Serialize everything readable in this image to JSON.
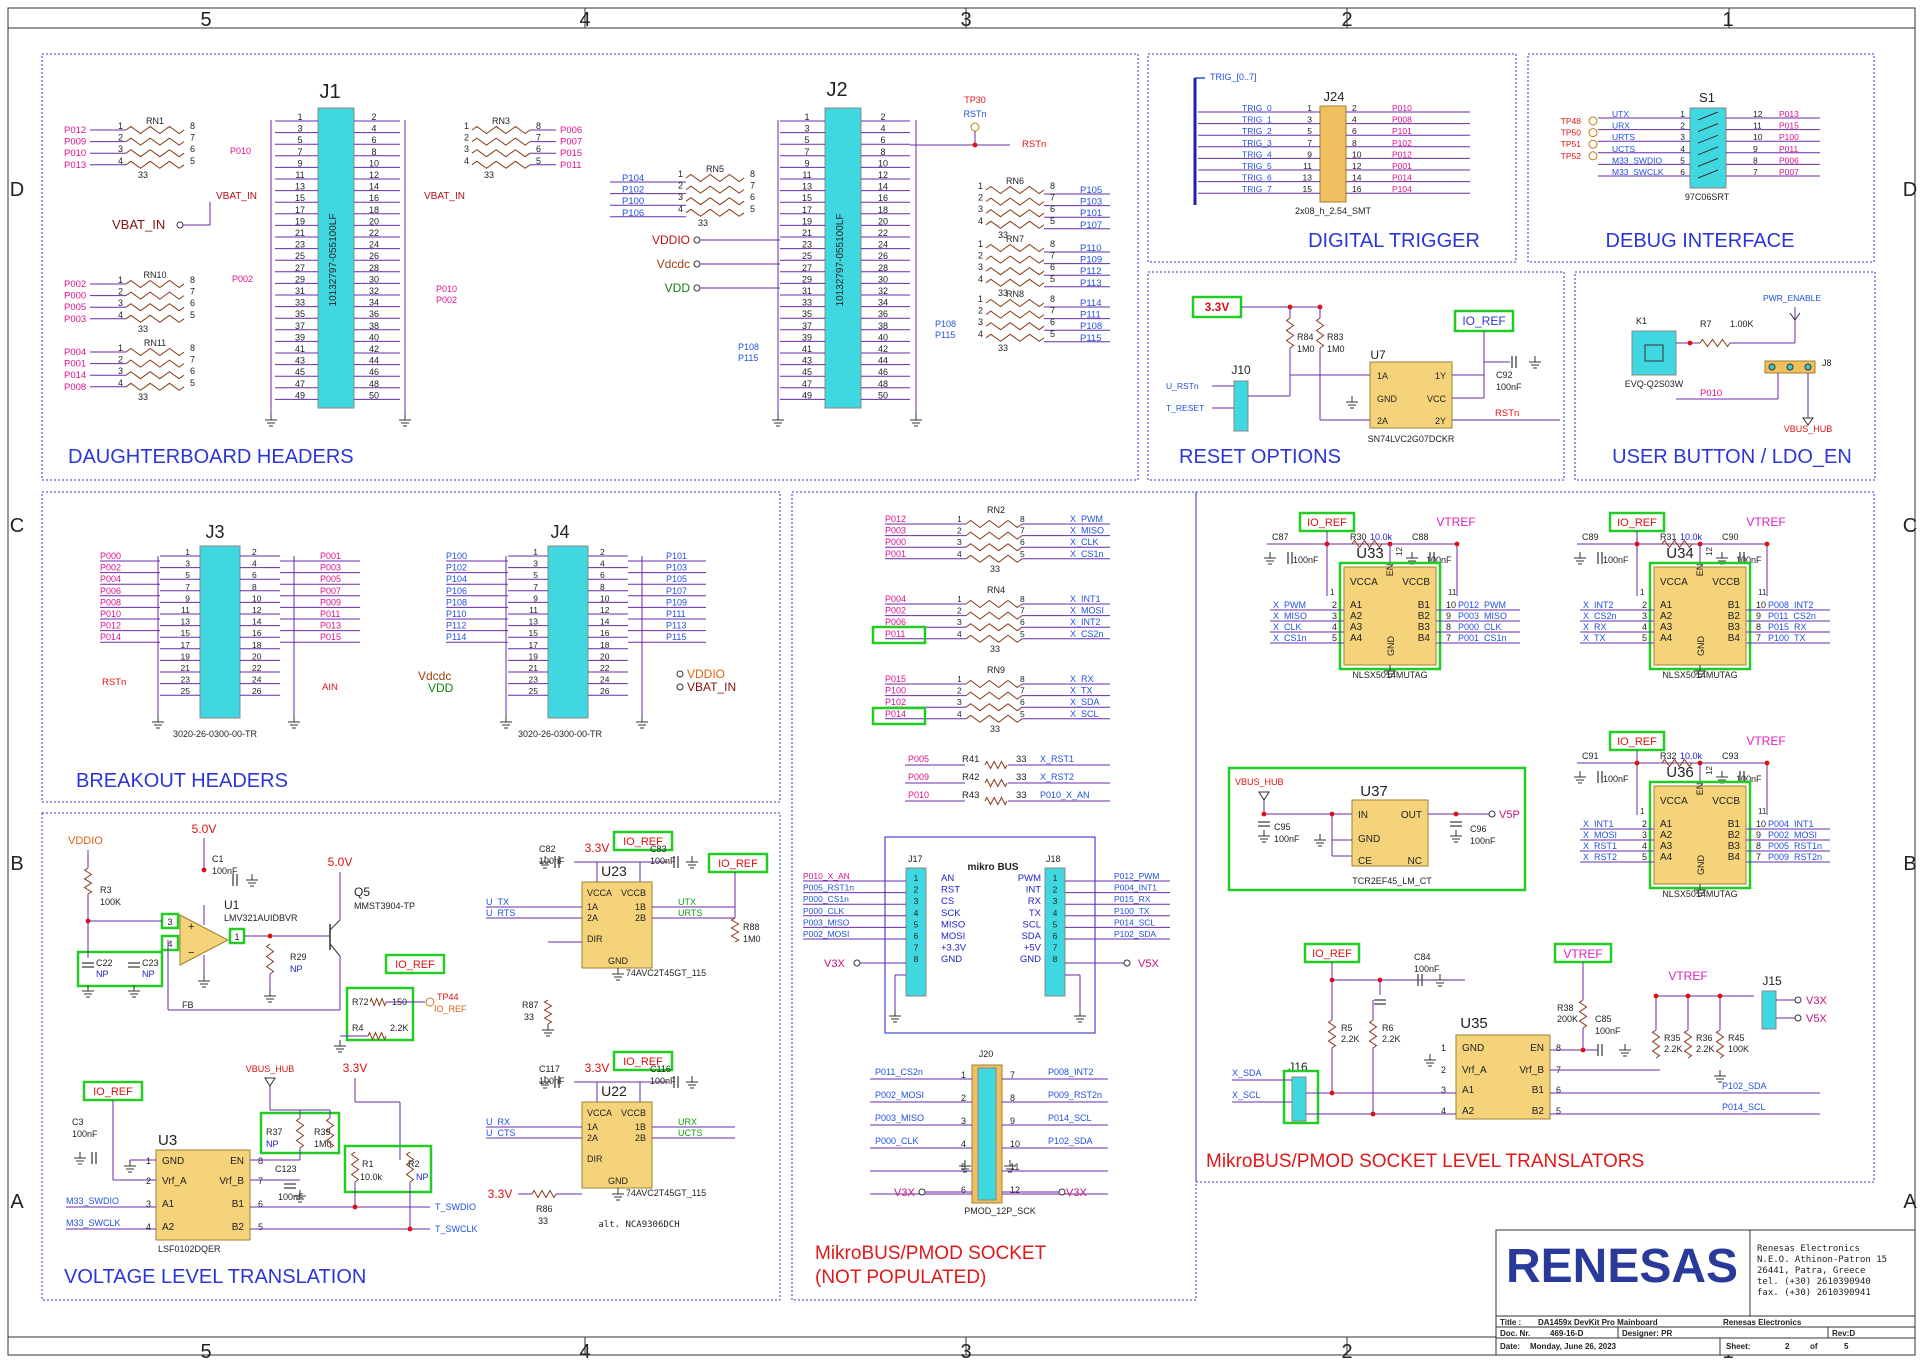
{
  "border": {
    "top_numbers": [
      "5",
      "4",
      "3",
      "2",
      "1"
    ],
    "bottom_numbers": [
      "5",
      "4",
      "3",
      "2",
      "1"
    ],
    "left_letters": [
      "D",
      "C",
      "B",
      "A"
    ],
    "right_letters": [
      "D",
      "C",
      "B",
      "A"
    ]
  },
  "sections": {
    "daughterboard": {
      "title": "DAUGHTERBOARD HEADERS",
      "j1": {
        "ref": "J1",
        "part": "10132797-055100LF",
        "vbat_left": "VBAT_IN",
        "vbat_right": "VBAT_IN",
        "vbat_port": "VBAT_IN",
        "rn1": {
          "ref": "RN1",
          "val": "33",
          "nets": [
            "P012",
            "P009",
            "P010",
            "P013"
          ]
        },
        "rn3": {
          "ref": "RN3",
          "val": "33",
          "nets": [
            "P006",
            "P007",
            "P015",
            "P011"
          ]
        },
        "rn10": {
          "ref": "RN10",
          "val": "33",
          "nets": [
            "P002",
            "P000",
            "P005",
            "P003"
          ]
        },
        "rn11": {
          "ref": "RN11",
          "val": "33",
          "nets": [
            "P004",
            "P001",
            "P014",
            "P008"
          ]
        },
        "mid_nets": [
          "P010",
          "P002",
          "P010",
          "P002"
        ]
      },
      "j2": {
        "ref": "J2",
        "part": "10132797-055100LF",
        "tp": "TP30",
        "rst": "RSTn",
        "rst2": "RSTn",
        "ports": [
          "VDDIO",
          "Vdcdc",
          "VDD"
        ],
        "rn5": {
          "ref": "RN5",
          "val": "33",
          "nets": [
            "P104",
            "P102",
            "P100",
            "P106"
          ]
        },
        "rn6": {
          "ref": "RN6",
          "val": "33",
          "nets": [
            "P105",
            "P103",
            "P101",
            "P107"
          ]
        },
        "rn7": {
          "ref": "RN7",
          "val": "33",
          "nets": [
            "P110",
            "P109",
            "P112",
            "P113"
          ]
        },
        "rn8": {
          "ref": "RN8",
          "val": "33",
          "nets": [
            "P114",
            "P111",
            "P108",
            "P115"
          ]
        },
        "left_nets": [
          "P108",
          "P115",
          "P108",
          "P115"
        ]
      }
    },
    "trigger": {
      "title": "DIGITAL TRIGGER",
      "bus": "TRIG_[0..7]",
      "ref": "J24",
      "part": "2x08_h_2.54_SMT",
      "left": [
        "TRIG_0",
        "TRIG_1",
        "TRIG_2",
        "TRIG_3",
        "TRIG_4",
        "TRIG_5",
        "TRIG_6",
        "TRIG_7"
      ],
      "right": [
        "P010",
        "P008",
        "P101",
        "P102",
        "P012",
        "P001",
        "P014",
        "P104"
      ]
    },
    "debug": {
      "title": "DEBUG INTERFACE",
      "ref": "S1",
      "part": "97C06SRT",
      "tps": [
        "TP48",
        "TP50",
        "TP51",
        "TP52"
      ],
      "left": [
        "UTX",
        "URX",
        "URTS",
        "UCTS",
        "M33_SWDIO",
        "M33_SWCLK"
      ],
      "right": [
        "P013",
        "P015",
        "P100",
        "P011",
        "P006",
        "P007"
      ]
    },
    "reset": {
      "title": "RESET OPTIONS",
      "v33": "3.3V",
      "io_ref": "IO_REF",
      "r84": "R84",
      "r84v": "1M0",
      "r83": "R83",
      "r83v": "1M0",
      "u7": "U7",
      "u7part": "SN74LVC2G07DCKR",
      "j10": "J10",
      "u_rst": "U_RSTn",
      "t_rst": "T_RESET",
      "c92": "C92",
      "c92v": "100nF",
      "rstn": "RSTn",
      "pins": [
        "1A",
        "GND",
        "2A",
        "1Y",
        "VCC",
        "2Y"
      ]
    },
    "userbutton": {
      "title": "USER BUTTON / LDO_EN",
      "k1": "K1",
      "k1part": "EVQ-Q2S03W",
      "r7": "R7",
      "r7v": "1.00K",
      "pwr": "PWR_ENABLE",
      "j8": "J8",
      "net": "P010",
      "vbus": "VBUS_HUB"
    },
    "breakout": {
      "title": "BREAKOUT HEADERS",
      "j3": {
        "ref": "J3",
        "part": "3020-26-0300-00-TR",
        "left": [
          "P000",
          "P002",
          "P004",
          "P006",
          "P008",
          "P010",
          "P012",
          "P014"
        ],
        "right": [
          "P001",
          "P003",
          "P005",
          "P007",
          "P009",
          "P011",
          "P013",
          "P015"
        ],
        "rst": "RSTn",
        "ain": "AIN"
      },
      "j4": {
        "ref": "J4",
        "part": "3020-26-0300-00-TR",
        "left": [
          "P100",
          "P102",
          "P104",
          "P106",
          "P108",
          "P110",
          "P112",
          "P114"
        ],
        "right": [
          "P101",
          "P103",
          "P105",
          "P107",
          "P109",
          "P111",
          "P113",
          "P115"
        ],
        "ports_left": [
          "Vdcdc",
          "VDD"
        ],
        "ports_right": [
          "VDDIO",
          "VBAT_IN"
        ]
      }
    },
    "mikrobus": {
      "title1": "MikroBUS/PMOD SOCKET",
      "title2": "(NOT POPULATED)",
      "rn2": {
        "ref": "RN2",
        "val": "33",
        "left": [
          "P012",
          "P003",
          "P000",
          "P001"
        ],
        "right": [
          "X_PWM",
          "X_MISO",
          "X_CLK",
          "X_CS1n"
        ]
      },
      "rn4": {
        "ref": "RN4",
        "val": "33",
        "left": [
          "P004",
          "P002",
          "P006",
          "P011"
        ],
        "right": [
          "X_INT1",
          "X_MOSI",
          "X_INT2",
          "X_CS2n"
        ]
      },
      "rn9": {
        "ref": "RN9",
        "val": "33",
        "left": [
          "P015",
          "P100",
          "P102",
          "P014"
        ],
        "right": [
          "X_RX",
          "X_TX",
          "X_SDA",
          "X_SCL"
        ]
      },
      "rs": [
        {
          "n": "P005",
          "r": "R41",
          "v": "33",
          "x": "X_RST1"
        },
        {
          "n": "P009",
          "r": "R42",
          "v": "33",
          "x": "X_RST2"
        },
        {
          "n": "P010",
          "r": "R43",
          "v": "33",
          "x": "P010_X_AN"
        }
      ],
      "j17": "J17",
      "j18": "J18",
      "mikro": "mikro BUS",
      "j17nets": [
        "P010_X_AN",
        "P005_RST1n",
        "P000_CS1n",
        "P000_CLK",
        "P003_MISO",
        "P002_MOSI"
      ],
      "j17pins": [
        "AN",
        "RST",
        "CS",
        "SCK",
        "MISO",
        "MOSI",
        "+3.3V",
        "GND"
      ],
      "j18pins": [
        "PWM",
        "INT",
        "RX",
        "TX",
        "SCL",
        "SDA",
        "+5V",
        "GND"
      ],
      "j18nets": [
        "P012_PWM",
        "P004_INT1",
        "P015_RX",
        "P100_TX",
        "P014_SCL",
        "P102_SDA"
      ],
      "v3x": "V3X",
      "v5x": "V5X",
      "j20": "J20",
      "j20part": "PMOD_12P_SCK",
      "j20left": [
        "P011_CS2n",
        "P002_MOSI",
        "P003_MISO",
        "P000_CLK"
      ],
      "j20right": [
        "P008_INT2",
        "P009_RST2n",
        "P014_SCL",
        "P102_SDA"
      ]
    },
    "translators": {
      "title": "MikroBUS/PMOD SOCKET LEVEL TRANSLATORS",
      "io_ref": "IO_REF",
      "vtref": "VTREF",
      "cap": "100nF",
      "part": "NLSX5014MUTAG",
      "res": "10.0k",
      "u33": {
        "ref": "U33",
        "c1": "C87",
        "r": "R30",
        "c2": "C88",
        "left": [
          "X_PWM",
          "X_MISO",
          "X_CLK",
          "X_CS1n"
        ],
        "right": [
          "P012_PWM",
          "P003_MISO",
          "P000_CLK",
          "P001_CS1n"
        ]
      },
      "u34": {
        "ref": "U34",
        "c1": "C89",
        "r": "R31",
        "c2": "C90",
        "left": [
          "X_INT2",
          "X_CS2n",
          "X_RX",
          "X_TX"
        ],
        "right": [
          "P008_INT2",
          "P011_CS2n",
          "P015_RX",
          "P100_TX"
        ]
      },
      "u36": {
        "ref": "U36",
        "c1": "C91",
        "r": "R32",
        "c2": "C93",
        "left": [
          "X_INT1",
          "X_MOSI",
          "X_RST1",
          "X_RST2"
        ],
        "right": [
          "P004_INT1",
          "P002_MOSI",
          "P005_RST1n",
          "P009_RST2n"
        ]
      },
      "u37": {
        "ref": "U37",
        "vbus": "VBUS_HUB",
        "c1": "C95",
        "c2": "C96",
        "part": "TCR2EF45_LM_CT",
        "out": "V5P",
        "pins": [
          "IN",
          "GND",
          "CE",
          "OUT",
          "NC"
        ]
      },
      "u35": {
        "ref": "U35",
        "part": "LSF0102DQER",
        "c84": "C84",
        "r5": "R5",
        "r6": "R6",
        "rv": "2.2K",
        "r38": "R38",
        "r38v": "200K",
        "c85": "C85",
        "r35": "R35",
        "r36": "R36",
        "r45": "R45",
        "r45v": "100K",
        "j15": "J15",
        "j16": "J16",
        "sda": "X_SDA",
        "scl": "X_SCL",
        "out_sda": "P102_SDA",
        "out_scl": "P014_SCL",
        "pins": [
          "GND",
          "Vrf_A",
          "A1",
          "A2",
          "EN",
          "Vrf_B",
          "B1",
          "B2"
        ]
      }
    },
    "voltage": {
      "title": "VOLTAGE LEVEL TRANSLATION",
      "vddio": "VDDIO",
      "v50": "5.0V",
      "v50b": "5.0V",
      "u1": "U1",
      "u1part": "LMV321AUIDBVR",
      "c1": "C1",
      "c1v": "100nF",
      "r3": "R3",
      "r3v": "100K",
      "c22": "C22",
      "c23": "C23",
      "np": "NP",
      "r29": "R29",
      "q5": "Q5",
      "q5part": "MMST3904-TP",
      "fb": "FB",
      "io_ref": "IO_REF",
      "r72": "R72",
      "r72v": "150",
      "r4": "R4",
      "r4v": "2.2K",
      "tp44": "TP44",
      "u23": "U23",
      "u23part": "74AVC2T45GT_115",
      "c82": "C82",
      "c83": "C83",
      "r88": "R88",
      "r88v": "1M0",
      "r87": "R87",
      "r87v": "33",
      "u23l": [
        "U_TX",
        "U_RTS"
      ],
      "u23r": [
        "UTX",
        "URTS"
      ],
      "u22": "U22",
      "u22part": "74AVC2T45GT_115",
      "c117": "C117",
      "c116": "C116",
      "r86": "R86",
      "r86v": "33",
      "u22l": [
        "U_RX",
        "U_CTS"
      ],
      "u22r": [
        "URX",
        "UCTS"
      ],
      "v33": "3.3V",
      "cap": "100nF",
      "u3": "U3",
      "u3part": "LSF0102DQER",
      "c3": "C3",
      "c123": "C123",
      "vbus": "VBUS_HUB",
      "r37": "R37",
      "r39": "R39",
      "r39v": "1M0",
      "r1": "R1",
      "r1v": "10.0k",
      "r2": "R2",
      "u3l": [
        "M33_SWDIO",
        "M33_SWCLK"
      ],
      "u3r": [
        "T_SWDIO",
        "T_SWCLK"
      ],
      "u3pins": [
        "GND",
        "Vrf_A",
        "A1",
        "A2",
        "EN",
        "Vrf_B",
        "B1",
        "B2"
      ],
      "alt": "alt. NCA9306DCH"
    }
  },
  "titleblock": {
    "logo": "RENESAS",
    "company": [
      "Renesas Electronics",
      "N.E.O. Athinon-Patron 15",
      "26441, Patra, Greece",
      "tel.  (+30) 2610390940",
      "fax. (+30) 2610390941"
    ],
    "title_label": "Title :",
    "title": "DA1459x DevKit Pro Mainboard",
    "owner": "Renesas Electronics",
    "doc_label": "Doc. Nr.",
    "doc": "469-16-D",
    "designer_label": "Designer: PR",
    "rev": "Rev:D",
    "date_label": "Date:",
    "date": "Monday, June 26, 2023",
    "sheet": "Sheet:",
    "sheet_n": "2",
    "of": "of",
    "sheet_t": "5"
  },
  "colors": {
    "box": "#3030d0",
    "net_pink": "#e0108c",
    "net_blue": "#2050e0",
    "wire": "#6a2aa8",
    "part": "#f5d37a",
    "conn": "#40d8e0",
    "hl": "#22cc22",
    "red": "#e01010",
    "title": "#2a36d8",
    "mb_title": "#e01818"
  }
}
